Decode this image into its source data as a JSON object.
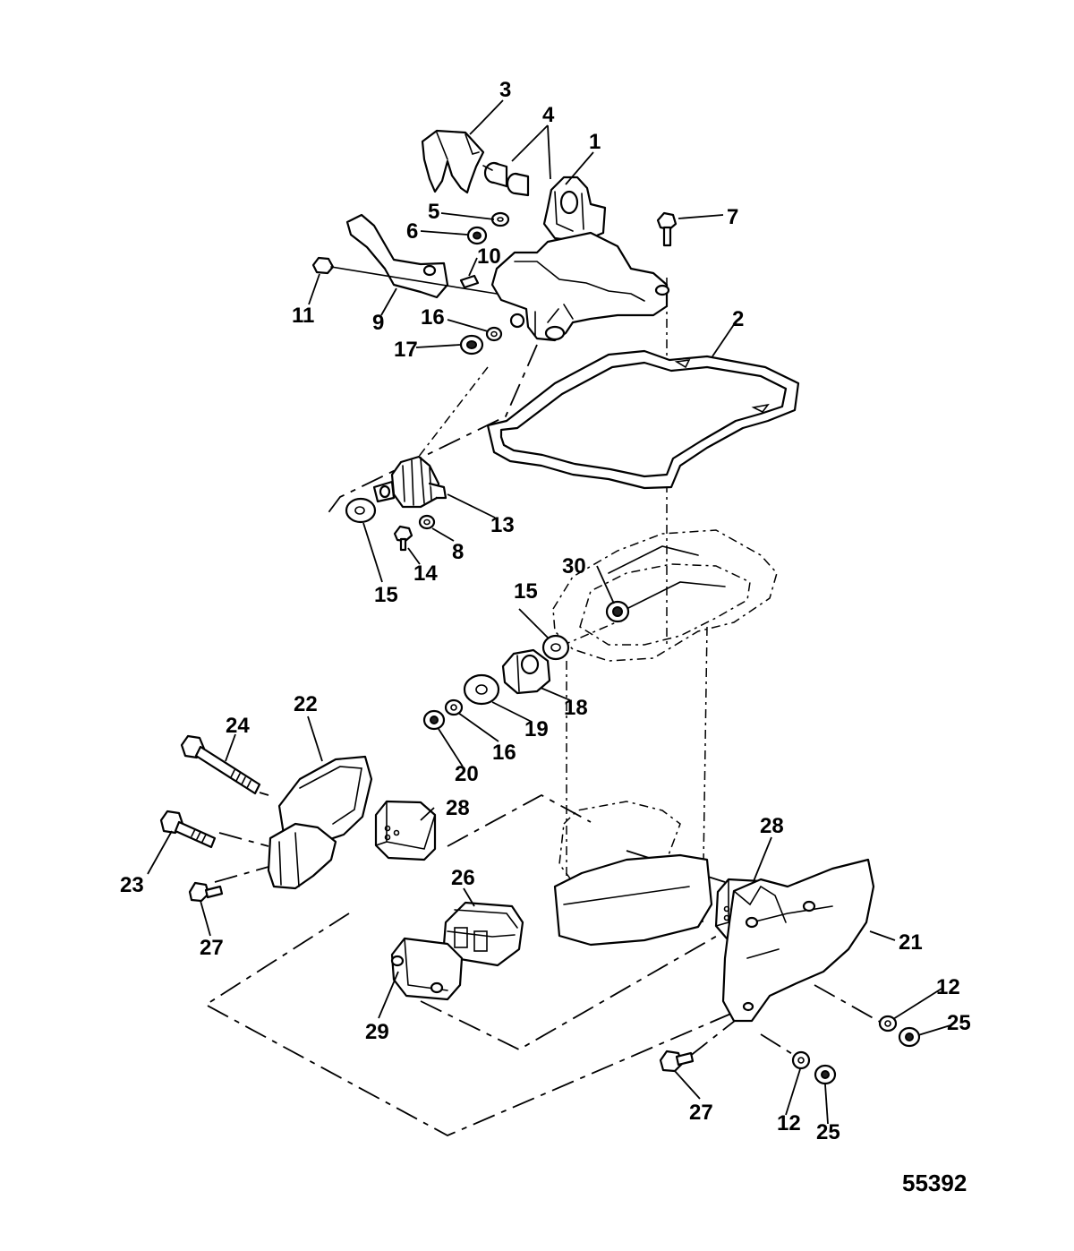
{
  "figure_number": "55392",
  "callouts": {
    "c1": "1",
    "c2": "2",
    "c3": "3",
    "c4": "4",
    "c5": "5",
    "c6": "6",
    "c7": "7",
    "c8": "8",
    "c9": "9",
    "c10": "10",
    "c11": "11",
    "c12a": "12",
    "c12b": "12",
    "c13": "13",
    "c14": "14",
    "c15a": "15",
    "c15b": "15",
    "c16a": "16",
    "c16b": "16",
    "c17": "17",
    "c18": "18",
    "c19": "19",
    "c20": "20",
    "c21": "21",
    "c22": "22",
    "c23": "23",
    "c24": "24",
    "c25a": "25",
    "c25b": "25",
    "c26": "26",
    "c27a": "27",
    "c27b": "27",
    "c28a": "28",
    "c28b": "28",
    "c29": "29",
    "c30": "30"
  }
}
